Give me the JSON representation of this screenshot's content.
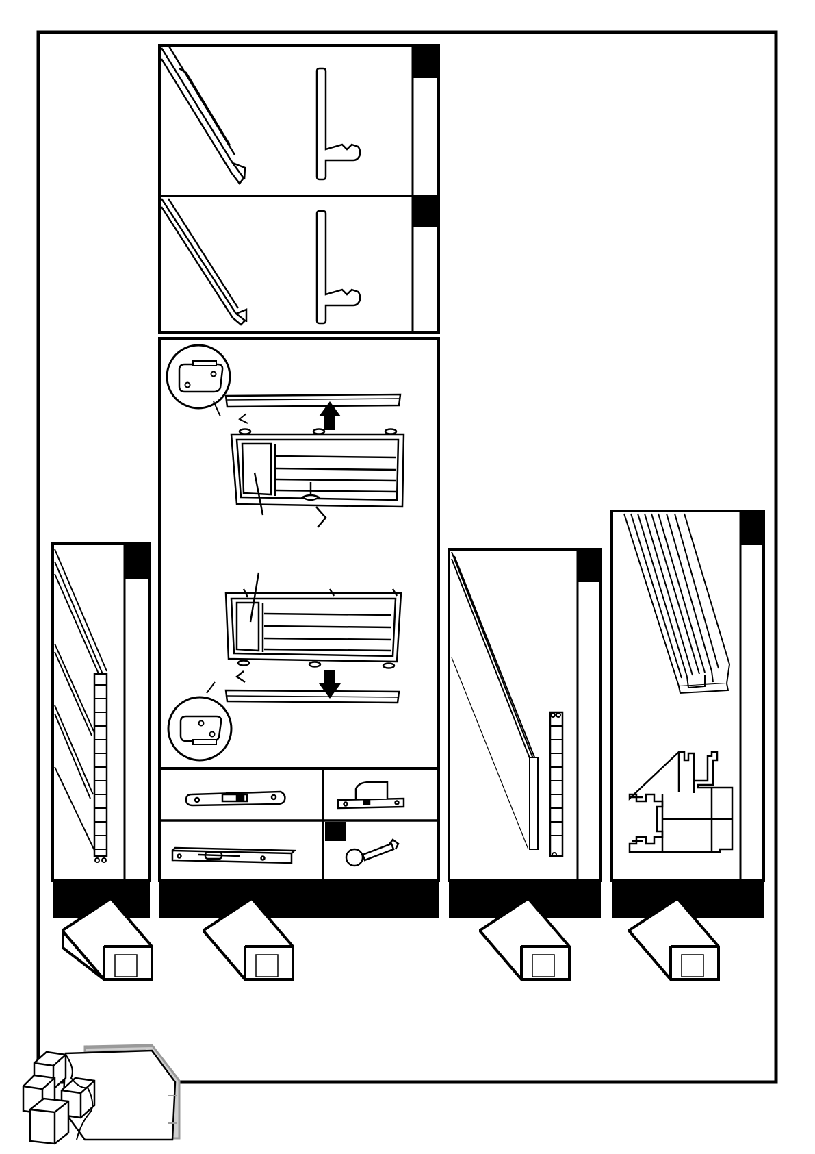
{
  "page": {
    "background_color": "#ffffff",
    "ink_color": "#000000",
    "accent_grey": "#9a9a9a"
  },
  "panels": [
    {
      "name": "rail-profile-panel-a",
      "icon": "rail-profile-icon"
    },
    {
      "name": "rail-profile-panel-b",
      "icon": "rail-profile-icon"
    },
    {
      "name": "door-assembly-panel",
      "icon": "door-assembly-icon"
    },
    {
      "name": "wall-panel-left",
      "icon": "wall-panel-icon"
    },
    {
      "name": "wall-panel-right",
      "icon": "wall-panel-icon"
    },
    {
      "name": "extrusion-panel",
      "icon": "extrusion-profile-icon"
    }
  ],
  "hardware": [
    {
      "name": "strike-plate-part",
      "icon": "strike-plate-icon"
    },
    {
      "name": "lock-body-part",
      "icon": "lock-body-icon"
    },
    {
      "name": "door-bolt-part",
      "icon": "door-bolt-icon"
    },
    {
      "name": "key-part",
      "icon": "key-icon"
    }
  ],
  "boxes": [
    {
      "name": "package-box-1",
      "icon": "package-box-icon"
    },
    {
      "name": "package-box-2",
      "icon": "package-box-icon"
    },
    {
      "name": "package-box-3",
      "icon": "package-box-icon"
    },
    {
      "name": "package-box-4",
      "icon": "package-box-icon"
    }
  ],
  "shed": {
    "icon": "shed-illustration-icon"
  }
}
